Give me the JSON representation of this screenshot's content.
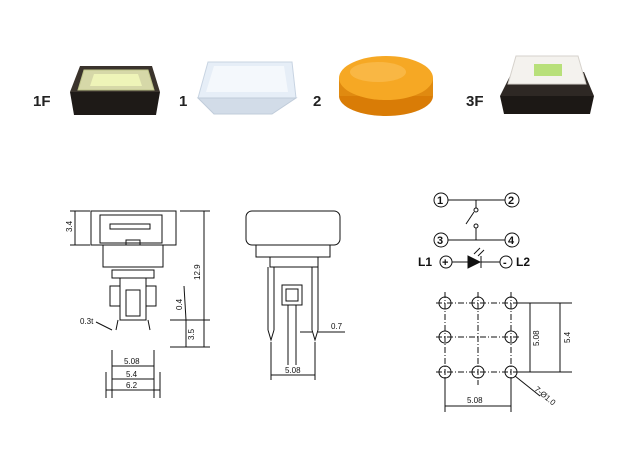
{
  "caps": [
    {
      "label": "1F",
      "color_top": "#e8f0b0",
      "color_base": "#2a2420"
    },
    {
      "label": "1",
      "color_top": "#eef4fb",
      "color_base": "#dfe8f2"
    },
    {
      "label": "2",
      "color_top": "#f4a21c",
      "color_base": "#e08a10"
    },
    {
      "label": "3F",
      "color_top": "#c8e890",
      "color_base": "#2a2420"
    }
  ],
  "front_view": {
    "dims": {
      "cap_height": "3.4",
      "total_height": "12.9",
      "mid": "0.4",
      "lower": "3.5",
      "pin_thickness": "0.3t",
      "w1": "5.08",
      "w2": "5.4",
      "w3": "6.2"
    }
  },
  "side_view": {
    "dims": {
      "pin_width": "0.7",
      "pitch": "5.08"
    }
  },
  "schematic": {
    "pins": [
      "1",
      "2",
      "3",
      "4"
    ],
    "plus": "+",
    "minus": "-",
    "l1": "L1",
    "l2": "L2"
  },
  "footprint": {
    "dims": {
      "v_pitch": "5.08",
      "v_total": "5.4",
      "h_pitch": "5.08",
      "holes": "7-Ø1.0"
    }
  }
}
